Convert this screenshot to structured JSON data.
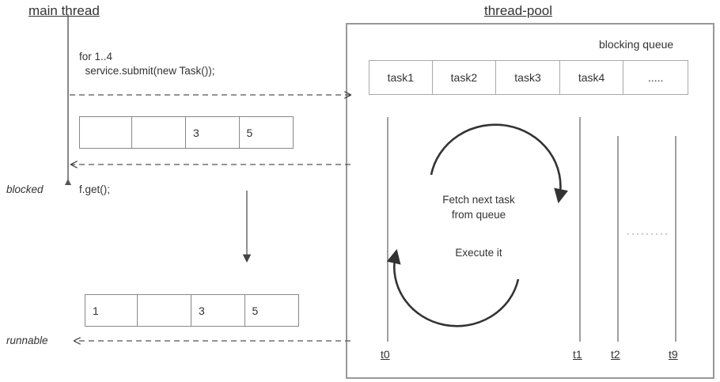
{
  "diagram": {
    "titles": {
      "main_thread": "main thread",
      "thread_pool": "thread-pool"
    },
    "main_thread": {
      "code_line1": "for 1..4",
      "code_line2": "  service.submit(new Task());",
      "get_call": "f.get();",
      "state_blocked": "blocked",
      "state_runnable": "runnable",
      "array_top": [
        "",
        "",
        "3",
        "5"
      ],
      "array_bottom": [
        "1",
        "",
        "3",
        "5"
      ]
    },
    "thread_pool": {
      "queue_caption": "blocking queue",
      "queue_cells": [
        "task1",
        "task2",
        "task3",
        "task4",
        "....."
      ],
      "loop_line1": "Fetch next task",
      "loop_line2": "from queue",
      "loop_line3": "Execute it",
      "timeline_labels": [
        "t0",
        "t1",
        "t2",
        "t9"
      ]
    },
    "colors": {
      "stroke": "#999999",
      "text": "#333333",
      "background": "#ffffff"
    }
  }
}
